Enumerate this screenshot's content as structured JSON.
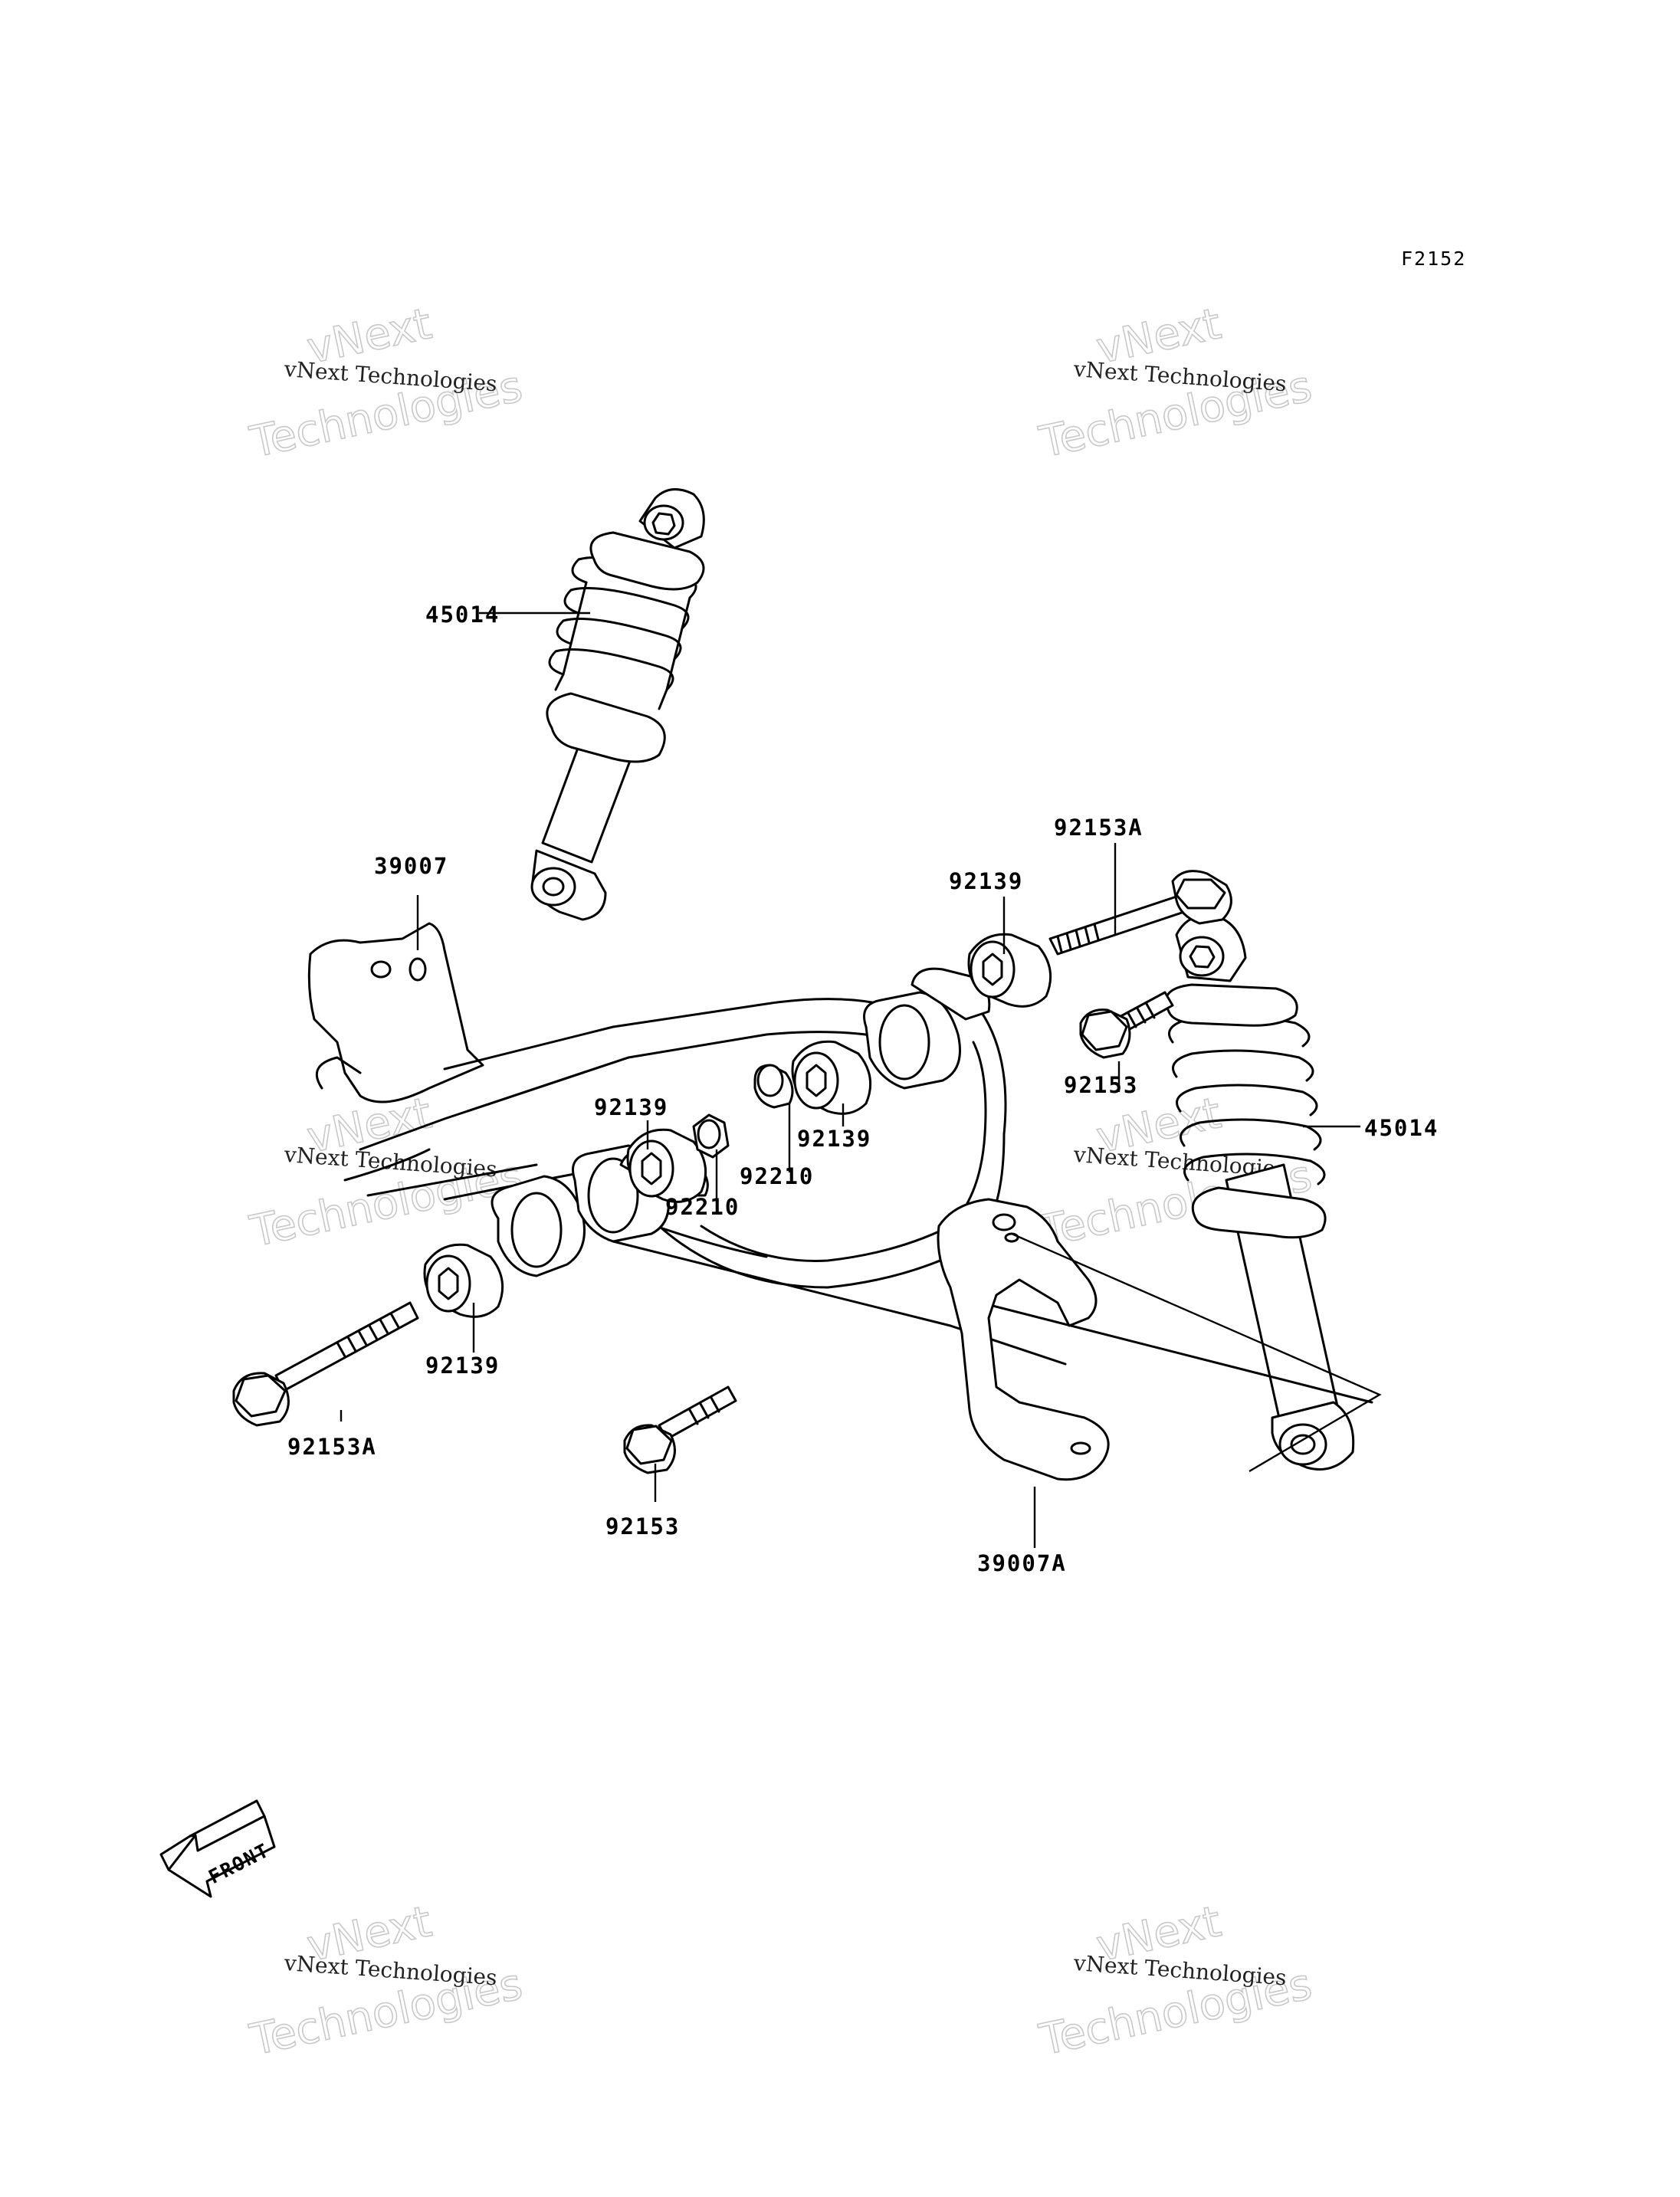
{
  "diagram_code": "F2152",
  "watermark": {
    "line1": "vNext Technologies",
    "line2_top": "vNext",
    "line2_bottom": "Technologies"
  },
  "front_label": "FRONT",
  "callouts": {
    "shock_top_left": "45014",
    "shock_right": "45014",
    "arm_left": "39007",
    "arm_right": "39007A",
    "bolt_top_right": "92153A",
    "bolt_bottom_left": "92153A",
    "bolt_right": "92153",
    "bolt_bottom": "92153",
    "bush_top_right": "92139",
    "bush_mid_left": "92139",
    "bush_mid_right": "92139",
    "bush_bottom_left": "92139",
    "collar_left": "92210",
    "collar_right": "92210"
  }
}
